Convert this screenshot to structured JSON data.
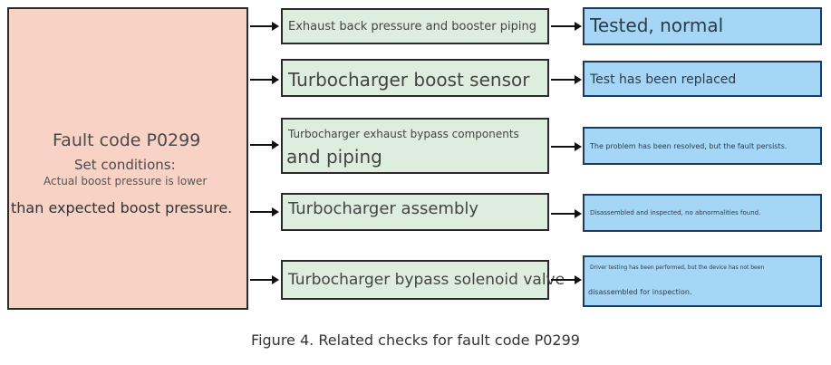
{
  "fault": {
    "title": "Fault code P0299",
    "set_conditions": "Set conditions:",
    "line1": "Actual boost pressure is lower",
    "line2": "than expected boost pressure."
  },
  "checks": [
    {
      "label": "Exhaust back pressure and booster piping"
    },
    {
      "label": "Turbocharger boost sensor"
    },
    {
      "label_line1": "Turbocharger exhaust bypass components",
      "label_line2": "and piping"
    },
    {
      "label": "Turbocharger assembly"
    },
    {
      "label": "Turbocharger bypass solenoid valve"
    }
  ],
  "results": [
    {
      "text": "Tested, normal"
    },
    {
      "text": "Test has been replaced"
    },
    {
      "text": "The problem has been resolved, but the fault persists."
    },
    {
      "text": "Disassembled and inspected, no abnormalities found."
    },
    {
      "line1": "Driver testing has been performed, but the device has not been",
      "line2": "disassembled for inspection."
    }
  ],
  "caption": "Figure 4. Related checks for fault code P0299"
}
